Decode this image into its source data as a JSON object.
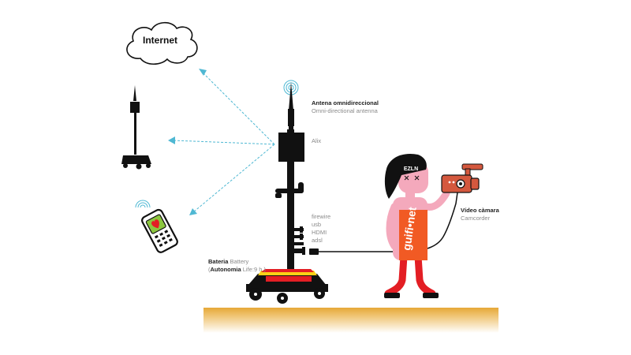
{
  "cloud": {
    "label": "Internet"
  },
  "antenna": {
    "label_ca": "Antena omnidireccional",
    "label_en": "Omni-directional antenna"
  },
  "alix": {
    "label": "Alix"
  },
  "ports": [
    "firewire",
    "usb",
    "HDMI",
    "adsl"
  ],
  "battery": {
    "label_ca": "Bateria",
    "label_en": "Battery",
    "paren_open": "(",
    "autonomy_ca": "Autonomia",
    "autonomy_en": "Life:",
    "hours": "9 h.",
    "paren_close": ")"
  },
  "camera": {
    "label_ca": "Vídeo càmara",
    "label_en": "Camcorder"
  },
  "person": {
    "hair_text": "EZLN",
    "shirt_text": "guifi•net"
  },
  "colors": {
    "cyan": "#4fb8d3",
    "black": "#111111",
    "orange": "#f15a24",
    "red": "#e31e24",
    "yellow": "#fcd116",
    "pink": "#f4a9bc",
    "camera": "#d4583e",
    "ground": "#e9b44c",
    "phone_green": "#8cc63f"
  }
}
